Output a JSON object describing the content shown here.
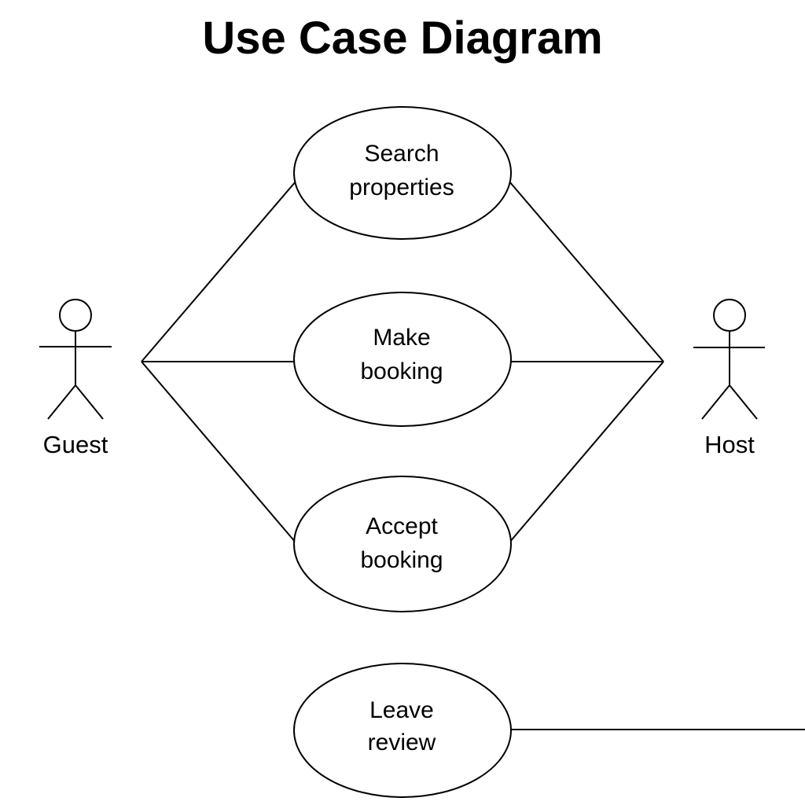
{
  "title": "Use Case Diagram",
  "actors": {
    "guest": "Guest",
    "host": "Host"
  },
  "use_cases": {
    "search": {
      "line1": "Search",
      "line2": "properties"
    },
    "make": {
      "line1": "Make",
      "line2": "booking"
    },
    "accept": {
      "line1": "Accept",
      "line2": "booking"
    },
    "review": {
      "line1": "Leave",
      "line2": "review"
    }
  },
  "colors": {
    "stroke": "#000000",
    "background": "#ffffff"
  }
}
